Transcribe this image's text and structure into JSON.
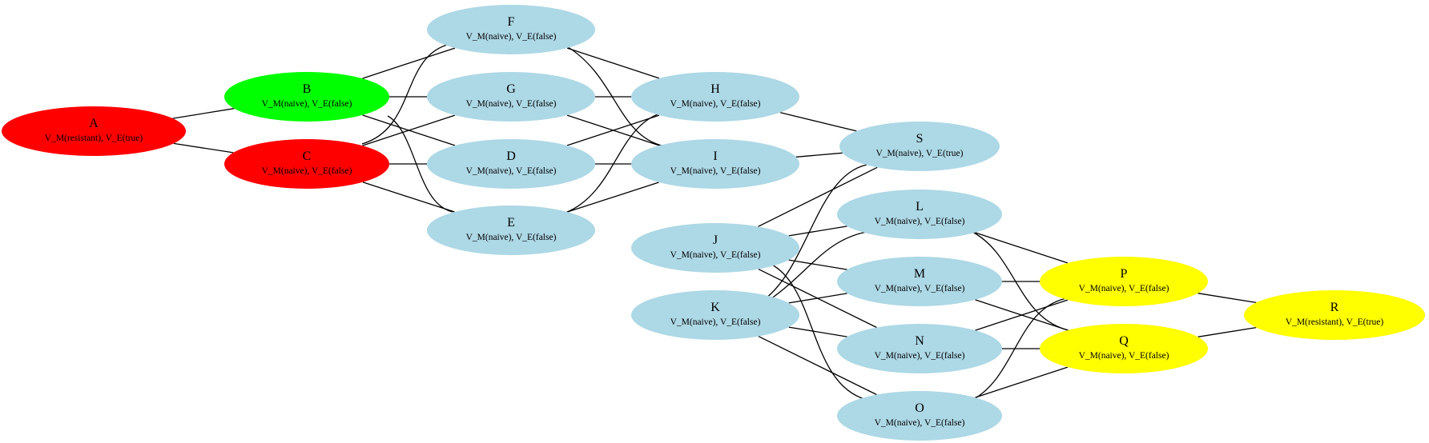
{
  "graph": {
    "directed": false,
    "nodes": [
      {
        "id": "A",
        "label": "A",
        "sublabel": "V_M(resistant), V_E(true)",
        "color": "#ff0000"
      },
      {
        "id": "B",
        "label": "B",
        "sublabel": "V_M(naive), V_E(false)",
        "color": "#00ff00"
      },
      {
        "id": "C",
        "label": "C",
        "sublabel": "V_M(naive), V_E(false)",
        "color": "#ff0000"
      },
      {
        "id": "D",
        "label": "D",
        "sublabel": "V_M(naive), V_E(false)",
        "color": "#add8e6"
      },
      {
        "id": "E",
        "label": "E",
        "sublabel": "V_M(naive), V_E(false)",
        "color": "#add8e6"
      },
      {
        "id": "F",
        "label": "F",
        "sublabel": "V_M(naive), V_E(false)",
        "color": "#add8e6"
      },
      {
        "id": "G",
        "label": "G",
        "sublabel": "V_M(naive), V_E(false)",
        "color": "#add8e6"
      },
      {
        "id": "H",
        "label": "H",
        "sublabel": "V_M(naive), V_E(false)",
        "color": "#add8e6"
      },
      {
        "id": "I",
        "label": "I",
        "sublabel": "V_M(naive), V_E(false)",
        "color": "#add8e6"
      },
      {
        "id": "J",
        "label": "J",
        "sublabel": "V_M(naive), V_E(false)",
        "color": "#add8e6"
      },
      {
        "id": "K",
        "label": "K",
        "sublabel": "V_M(naive), V_E(false)",
        "color": "#add8e6"
      },
      {
        "id": "L",
        "label": "L",
        "sublabel": "V_M(naive), V_E(false)",
        "color": "#add8e6"
      },
      {
        "id": "M",
        "label": "M",
        "sublabel": "V_M(naive), V_E(false)",
        "color": "#add8e6"
      },
      {
        "id": "N",
        "label": "N",
        "sublabel": "V_M(naive), V_E(false)",
        "color": "#add8e6"
      },
      {
        "id": "O",
        "label": "O",
        "sublabel": "V_M(naive), V_E(false)",
        "color": "#add8e6"
      },
      {
        "id": "S",
        "label": "S",
        "sublabel": "V_M(naive), V_E(true)",
        "color": "#add8e6"
      },
      {
        "id": "P",
        "label": "P",
        "sublabel": "V_M(naive), V_E(false)",
        "color": "#ffff00"
      },
      {
        "id": "Q",
        "label": "Q",
        "sublabel": "V_M(naive), V_E(false)",
        "color": "#ffff00"
      },
      {
        "id": "R",
        "label": "R",
        "sublabel": "V_M(resistant), V_E(true)",
        "color": "#ffff00"
      }
    ],
    "edges": [
      [
        "A",
        "B"
      ],
      [
        "A",
        "C"
      ],
      [
        "B",
        "F"
      ],
      [
        "B",
        "G"
      ],
      [
        "B",
        "D"
      ],
      [
        "B",
        "E"
      ],
      [
        "C",
        "F"
      ],
      [
        "C",
        "G"
      ],
      [
        "C",
        "D"
      ],
      [
        "C",
        "E"
      ],
      [
        "F",
        "H"
      ],
      [
        "F",
        "I"
      ],
      [
        "G",
        "H"
      ],
      [
        "G",
        "I"
      ],
      [
        "D",
        "H"
      ],
      [
        "D",
        "I"
      ],
      [
        "E",
        "H"
      ],
      [
        "E",
        "I"
      ],
      [
        "H",
        "S"
      ],
      [
        "I",
        "S"
      ],
      [
        "S",
        "J"
      ],
      [
        "S",
        "K"
      ],
      [
        "J",
        "L"
      ],
      [
        "J",
        "M"
      ],
      [
        "J",
        "N"
      ],
      [
        "J",
        "O"
      ],
      [
        "K",
        "L"
      ],
      [
        "K",
        "M"
      ],
      [
        "K",
        "N"
      ],
      [
        "K",
        "O"
      ],
      [
        "L",
        "P"
      ],
      [
        "L",
        "Q"
      ],
      [
        "M",
        "P"
      ],
      [
        "M",
        "Q"
      ],
      [
        "N",
        "P"
      ],
      [
        "N",
        "Q"
      ],
      [
        "O",
        "P"
      ],
      [
        "O",
        "Q"
      ],
      [
        "P",
        "R"
      ],
      [
        "Q",
        "R"
      ]
    ]
  }
}
